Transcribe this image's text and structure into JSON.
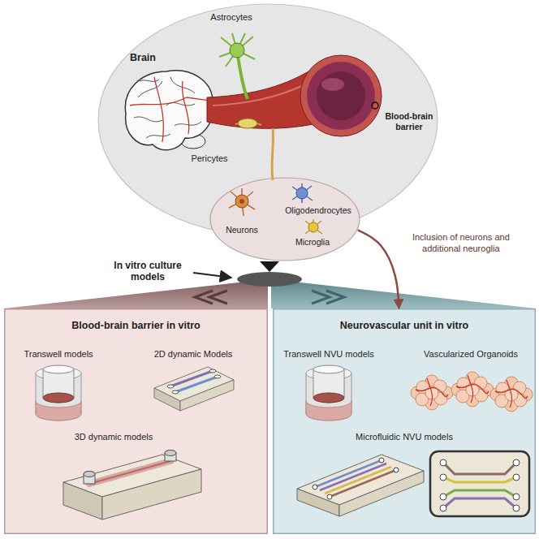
{
  "diagram": {
    "nodes": [
      {
        "text": [
          "Astrocytes",
          "Brain",
          "Blood-brain barrier",
          "Pericytes"
        ]
      },
      {
        "text": [
          "Neurons",
          "Oligodendrocytes",
          "Microglia"
        ],
        "in": 0
      },
      {
        "text": [
          "Blood-brain barrier in vitro"
        ]
      },
      {
        "text": [
          "Neurovascular unit in vitro"
        ]
      }
    ],
    "edges": [
      {
        "from": 1,
        "to": 3,
        "arrow": "to",
        "label": "Inclusion of neurons and additional neuroglia"
      }
    ],
    "labels": [
      "In vitro culture models",
      "Transwell models",
      "2D dynamic Models",
      "3D dynamic models",
      "Transwell NVU models",
      "Vascularized Organoids",
      "Microfluidic NVU models"
    ]
  }
}
